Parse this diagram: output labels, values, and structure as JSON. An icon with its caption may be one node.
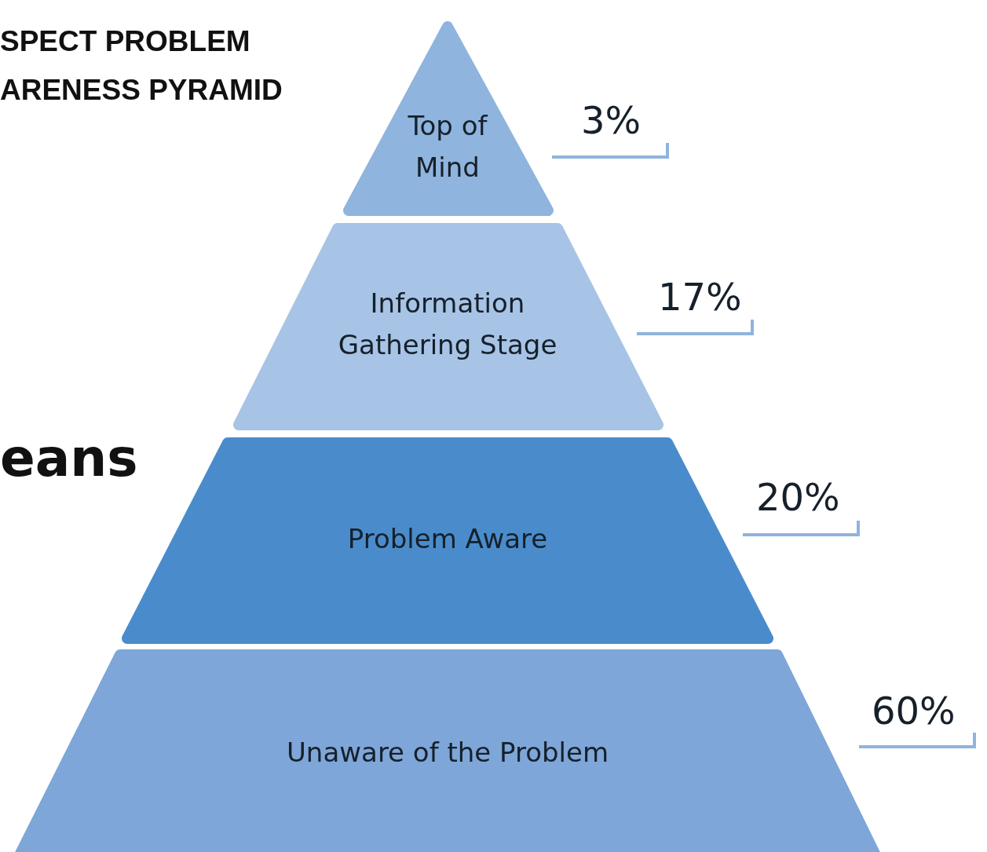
{
  "diagram": {
    "title": "SPECT PROBLEM ARENESS PYRAMID",
    "nodes": [
      {
        "text": [
          "Top of Mind"
        ],
        "beside": [
          "3%"
        ]
      },
      {
        "text": [
          "Information Gathering Stage"
        ],
        "beside": [
          "17%"
        ]
      },
      {
        "text": [
          "Problem Aware"
        ],
        "beside": [
          "20%"
        ]
      },
      {
        "text": [
          "Unaware of the Problem"
        ],
        "beside": [
          "60%"
        ]
      }
    ],
    "labels": [
      "eans"
    ]
  }
}
